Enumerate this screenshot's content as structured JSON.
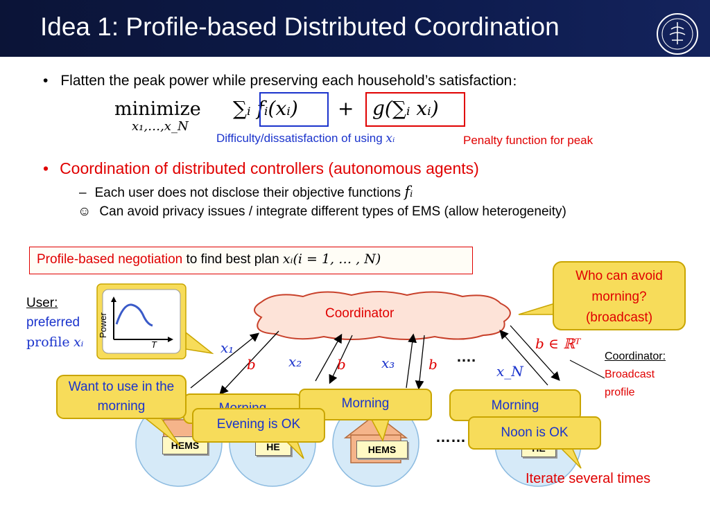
{
  "header": {
    "title": "Idea 1: Profile-based Distributed Coordination",
    "logo_icon": "university-seal-icon"
  },
  "bullet1": {
    "text": "Flatten the peak power while preserving each household’s satisfaction",
    "colon": "："
  },
  "formula": {
    "minimize": "minimize",
    "subscript": "x₁,…,x_N",
    "sum_f": "∑ᵢ fᵢ(xᵢ)",
    "plus": "+",
    "g_term": "g(∑ᵢ xᵢ)"
  },
  "annotations": {
    "difficulty": "Difficulty/dissatisfaction of using",
    "difficulty_var": "xᵢ",
    "penalty": "Penalty function for peak"
  },
  "bullet2": {
    "text": "Coordination of distributed controllers (autonomous agents)"
  },
  "sub1": {
    "text": "Each user does not disclose their objective functions",
    "var": "fᵢ"
  },
  "sub2": {
    "icon": "☺",
    "text": "Can avoid privacy issues / integrate different types of EMS (allow heterogeneity)"
  },
  "negotiation": {
    "red_part": "Profile-based negotiation",
    "black_part": "to find best plan",
    "math": "xᵢ(i = 1, … , N)"
  },
  "user_label": {
    "line1": "User:",
    "line2": "preferred",
    "line3": "profile",
    "var": "xᵢ"
  },
  "chart_inset": {
    "ylabel": "Power",
    "xlabel": "T"
  },
  "coordinator": {
    "label": "Coordinator"
  },
  "who_callout": {
    "line1": "Who can avoid",
    "line2": "morning?",
    "line3": "(broadcast)"
  },
  "coord_label": {
    "line1": "Coordinator:",
    "line2": "Broadcast",
    "line3": "profile"
  },
  "b_vector": "b ∈ ℝᵀ",
  "vars": {
    "x1": "x₁",
    "x2": "x₂",
    "x3": "x₃",
    "xN": "x_N",
    "b": "b",
    "dots": "…."
  },
  "callouts": {
    "want": "Want to use in the morning",
    "morning": "Morning",
    "evening": "Evening is OK",
    "noon": "Noon is OK"
  },
  "hems": "HEMS",
  "hems_partial": "HE",
  "ellipsis": "……",
  "iterate": "Iterate several times",
  "colors": {
    "header": "#0d1b4d",
    "red": "#e00000",
    "blue": "#1a33cc",
    "callout": "#f7dc5a",
    "cloud": "#fde3d8"
  }
}
